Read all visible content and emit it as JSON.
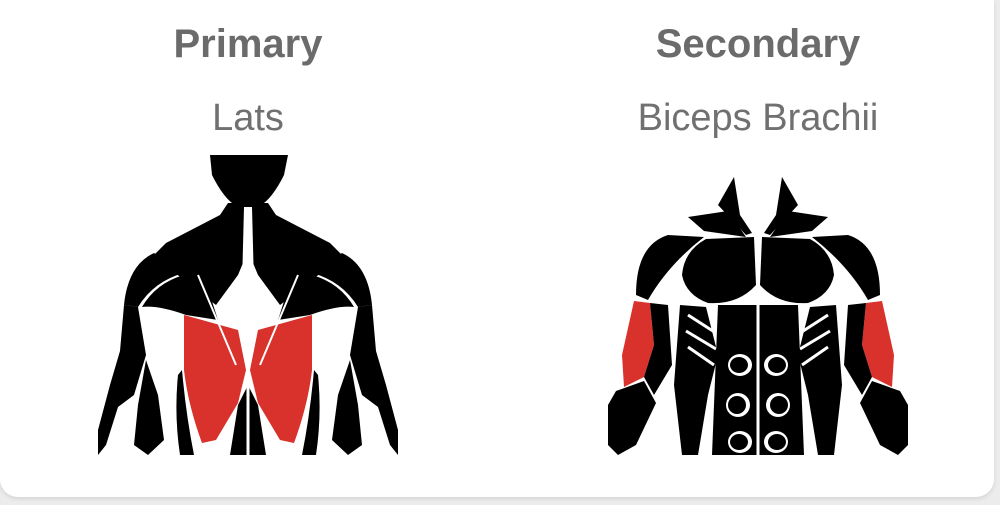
{
  "primary": {
    "heading": "Primary",
    "muscle": "Lats",
    "diagram": "back-muscles-lats-highlighted",
    "highlight_color": "#d9312b"
  },
  "secondary": {
    "heading": "Secondary",
    "muscle": "Biceps Brachii",
    "diagram": "front-muscles-biceps-highlighted",
    "highlight_color": "#d9312b"
  },
  "colors": {
    "text": "#6b6b6b",
    "muscle_fill": "#000000",
    "highlight": "#d9312b",
    "background": "#ffffff"
  }
}
